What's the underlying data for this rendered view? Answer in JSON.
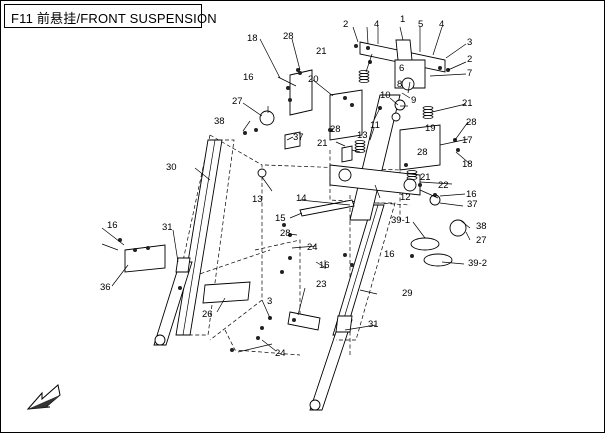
{
  "title": "F11 前悬挂/FRONT SUSPENSION",
  "callouts": [
    {
      "id": "c1",
      "text": "1"
    },
    {
      "id": "c2a",
      "text": "2"
    },
    {
      "id": "c2b",
      "text": "2"
    },
    {
      "id": "c3a",
      "text": "3"
    },
    {
      "id": "c3b",
      "text": "3"
    },
    {
      "id": "c4a",
      "text": "4"
    },
    {
      "id": "c4b",
      "text": "4"
    },
    {
      "id": "c5",
      "text": "5"
    },
    {
      "id": "c6",
      "text": "6"
    },
    {
      "id": "c7",
      "text": "7"
    },
    {
      "id": "c8",
      "text": "8"
    },
    {
      "id": "c9",
      "text": "9"
    },
    {
      "id": "c10",
      "text": "10"
    },
    {
      "id": "c11",
      "text": "11"
    },
    {
      "id": "c12",
      "text": "12"
    },
    {
      "id": "c13a",
      "text": "13"
    },
    {
      "id": "c13b",
      "text": "13"
    },
    {
      "id": "c14",
      "text": "14"
    },
    {
      "id": "c15",
      "text": "15"
    },
    {
      "id": "c16a",
      "text": "16"
    },
    {
      "id": "c16b",
      "text": "16"
    },
    {
      "id": "c16c",
      "text": "16"
    },
    {
      "id": "c16d",
      "text": "16"
    },
    {
      "id": "c16e",
      "text": "16"
    },
    {
      "id": "c17",
      "text": "17"
    },
    {
      "id": "c18a",
      "text": "18"
    },
    {
      "id": "c18b",
      "text": "18"
    },
    {
      "id": "c19",
      "text": "19"
    },
    {
      "id": "c20",
      "text": "20"
    },
    {
      "id": "c21a",
      "text": "21"
    },
    {
      "id": "c21b",
      "text": "21"
    },
    {
      "id": "c21c",
      "text": "21"
    },
    {
      "id": "c21d",
      "text": "21"
    },
    {
      "id": "c22",
      "text": "22"
    },
    {
      "id": "c23",
      "text": "23"
    },
    {
      "id": "c24a",
      "text": "24"
    },
    {
      "id": "c24b",
      "text": "24"
    },
    {
      "id": "c26",
      "text": "26"
    },
    {
      "id": "c27a",
      "text": "27"
    },
    {
      "id": "c27b",
      "text": "27"
    },
    {
      "id": "c28a",
      "text": "28"
    },
    {
      "id": "c28b",
      "text": "28"
    },
    {
      "id": "c28c",
      "text": "28"
    },
    {
      "id": "c28d",
      "text": "28"
    },
    {
      "id": "c28e",
      "text": "28"
    },
    {
      "id": "c29",
      "text": "29"
    },
    {
      "id": "c30",
      "text": "30"
    },
    {
      "id": "c31a",
      "text": "31"
    },
    {
      "id": "c31b",
      "text": "31"
    },
    {
      "id": "c36",
      "text": "36"
    },
    {
      "id": "c37a",
      "text": "37"
    },
    {
      "id": "c37b",
      "text": "37"
    },
    {
      "id": "c38a",
      "text": "38"
    },
    {
      "id": "c38b",
      "text": "38"
    },
    {
      "id": "c39a",
      "text": "39-1"
    },
    {
      "id": "c39b",
      "text": "39-2"
    }
  ],
  "icons": {
    "direction_arrow": "direction-arrow-icon"
  }
}
